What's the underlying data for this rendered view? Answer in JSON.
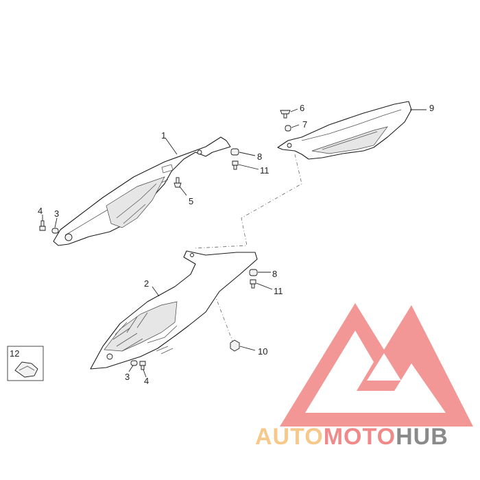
{
  "callouts": {
    "c1": "1",
    "c2": "2",
    "c3a": "3",
    "c3b": "3",
    "c4a": "4",
    "c4b": "4",
    "c5": "5",
    "c6": "6",
    "c7": "7",
    "c8a": "8",
    "c8b": "8",
    "c9": "9",
    "c10": "10",
    "c11a": "11",
    "c11b": "11",
    "c12": "12"
  },
  "watermark": {
    "auto": "AUTO",
    "moto": "MOTO",
    "hub": "HUB",
    "color_auto": "#f6c98a",
    "color_moto": "#f08a8a",
    "color_hub": "#8a8a8a",
    "color_logo": "#f28b8b"
  }
}
